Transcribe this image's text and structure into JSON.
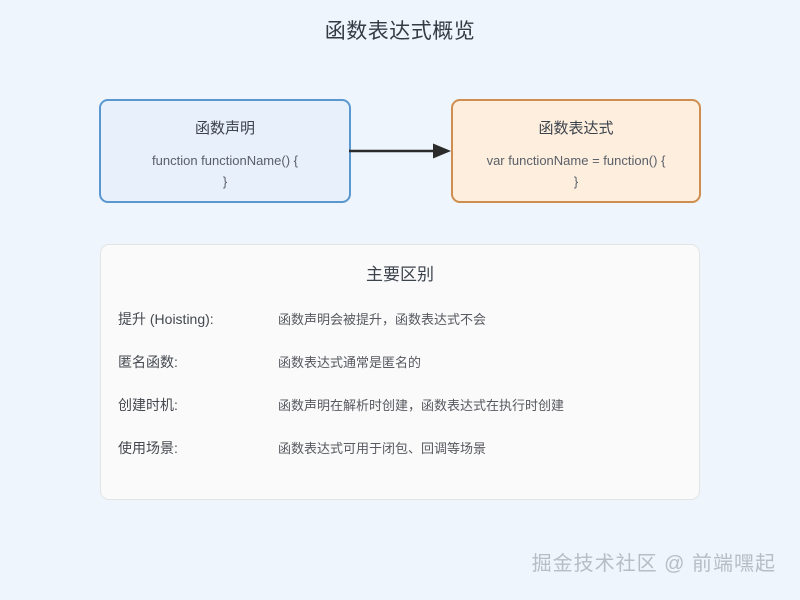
{
  "page": {
    "title": "函数表达式概览",
    "background_color": "#eff5fd"
  },
  "flow": {
    "declaration": {
      "title": "函数声明",
      "code_line1": "function functionName() {",
      "code_line2": "}",
      "border_color": "#5b97cf",
      "fill_color": "#e7f0fb"
    },
    "expression": {
      "title": "函数表达式",
      "code_line1": "var functionName = function() {",
      "code_line2": "}",
      "border_color": "#cf8e4e",
      "fill_color": "#fdeede"
    },
    "arrow": {
      "icon": "arrow-right-icon",
      "color": "#2b2b2b"
    }
  },
  "differences": {
    "title": "主要区别",
    "rows": [
      {
        "label": "提升 (Hoisting):",
        "value": "函数声明会被提升，函数表达式不会"
      },
      {
        "label": "匿名函数:",
        "value": "函数表达式通常是匿名的"
      },
      {
        "label": "创建时机:",
        "value": "函数声明在解析时创建，函数表达式在执行时创建"
      },
      {
        "label": "使用场景:",
        "value": "函数表达式可用于闭包、回调等场景"
      }
    ]
  },
  "watermark": {
    "text": "掘金技术社区 @ 前端嘿起",
    "color": "#b6bdc6"
  }
}
